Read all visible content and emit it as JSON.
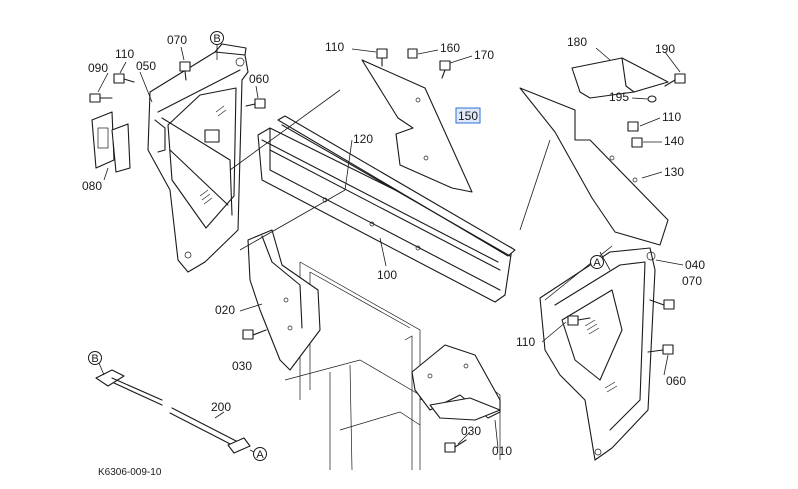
{
  "figure_code": "K6306-009-10",
  "highlighted_part": "150",
  "callouts": [
    {
      "id": "070_top",
      "text": "070"
    },
    {
      "id": "110_left",
      "text": "110"
    },
    {
      "id": "090",
      "text": "090"
    },
    {
      "id": "050",
      "text": "050"
    },
    {
      "id": "060_top",
      "text": "060"
    },
    {
      "id": "080",
      "text": "080"
    },
    {
      "id": "110_mid",
      "text": "110"
    },
    {
      "id": "160",
      "text": "160"
    },
    {
      "id": "170",
      "text": "170"
    },
    {
      "id": "150",
      "text": "150"
    },
    {
      "id": "120",
      "text": "120"
    },
    {
      "id": "100",
      "text": "100"
    },
    {
      "id": "180",
      "text": "180"
    },
    {
      "id": "190",
      "text": "190"
    },
    {
      "id": "195",
      "text": "195"
    },
    {
      "id": "110_right",
      "text": "110"
    },
    {
      "id": "140",
      "text": "140"
    },
    {
      "id": "130",
      "text": "130"
    },
    {
      "id": "040",
      "text": "040"
    },
    {
      "id": "070_right",
      "text": "070"
    },
    {
      "id": "020",
      "text": "020"
    },
    {
      "id": "030_left",
      "text": "030"
    },
    {
      "id": "110_lower",
      "text": "110"
    },
    {
      "id": "060_right",
      "text": "060"
    },
    {
      "id": "200",
      "text": "200"
    },
    {
      "id": "030_bottom",
      "text": "030"
    },
    {
      "id": "010",
      "text": "010"
    }
  ],
  "connection_markers": {
    "a": "A",
    "b": "B"
  }
}
